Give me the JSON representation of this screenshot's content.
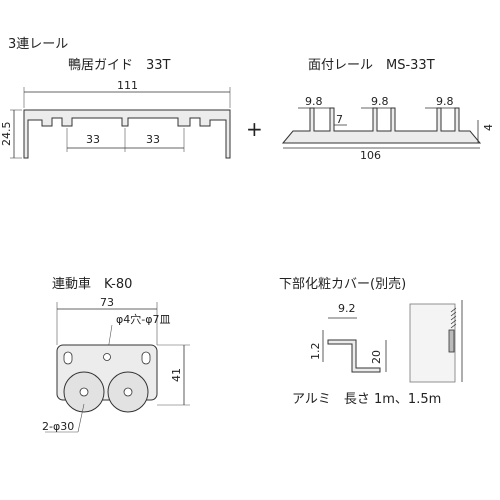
{
  "sections": {
    "rail": {
      "subtitle": "3連レール",
      "title": "鴨居ガイド　33T",
      "dims": {
        "width": "111",
        "height": "24.5",
        "pitch_left": "33",
        "pitch_right": "33"
      }
    },
    "plus": "+",
    "surface_rail": {
      "title": "面付レール　MS-33T",
      "dims": {
        "w1": "9.8",
        "w2": "9.8",
        "w3": "9.8",
        "slot": "7",
        "height": "4",
        "width": "106"
      }
    },
    "wheel": {
      "title": "連動車　K-80",
      "dims": {
        "width": "73",
        "hole": "φ4穴-φ7皿",
        "height": "41",
        "wheels": "2-φ30"
      }
    },
    "cover": {
      "title": "下部化粧カバー(別売)",
      "dims": {
        "top": "9.2",
        "lip": "1.2",
        "height": "20"
      },
      "note": "アルミ　長さ 1m、1.5m"
    }
  }
}
